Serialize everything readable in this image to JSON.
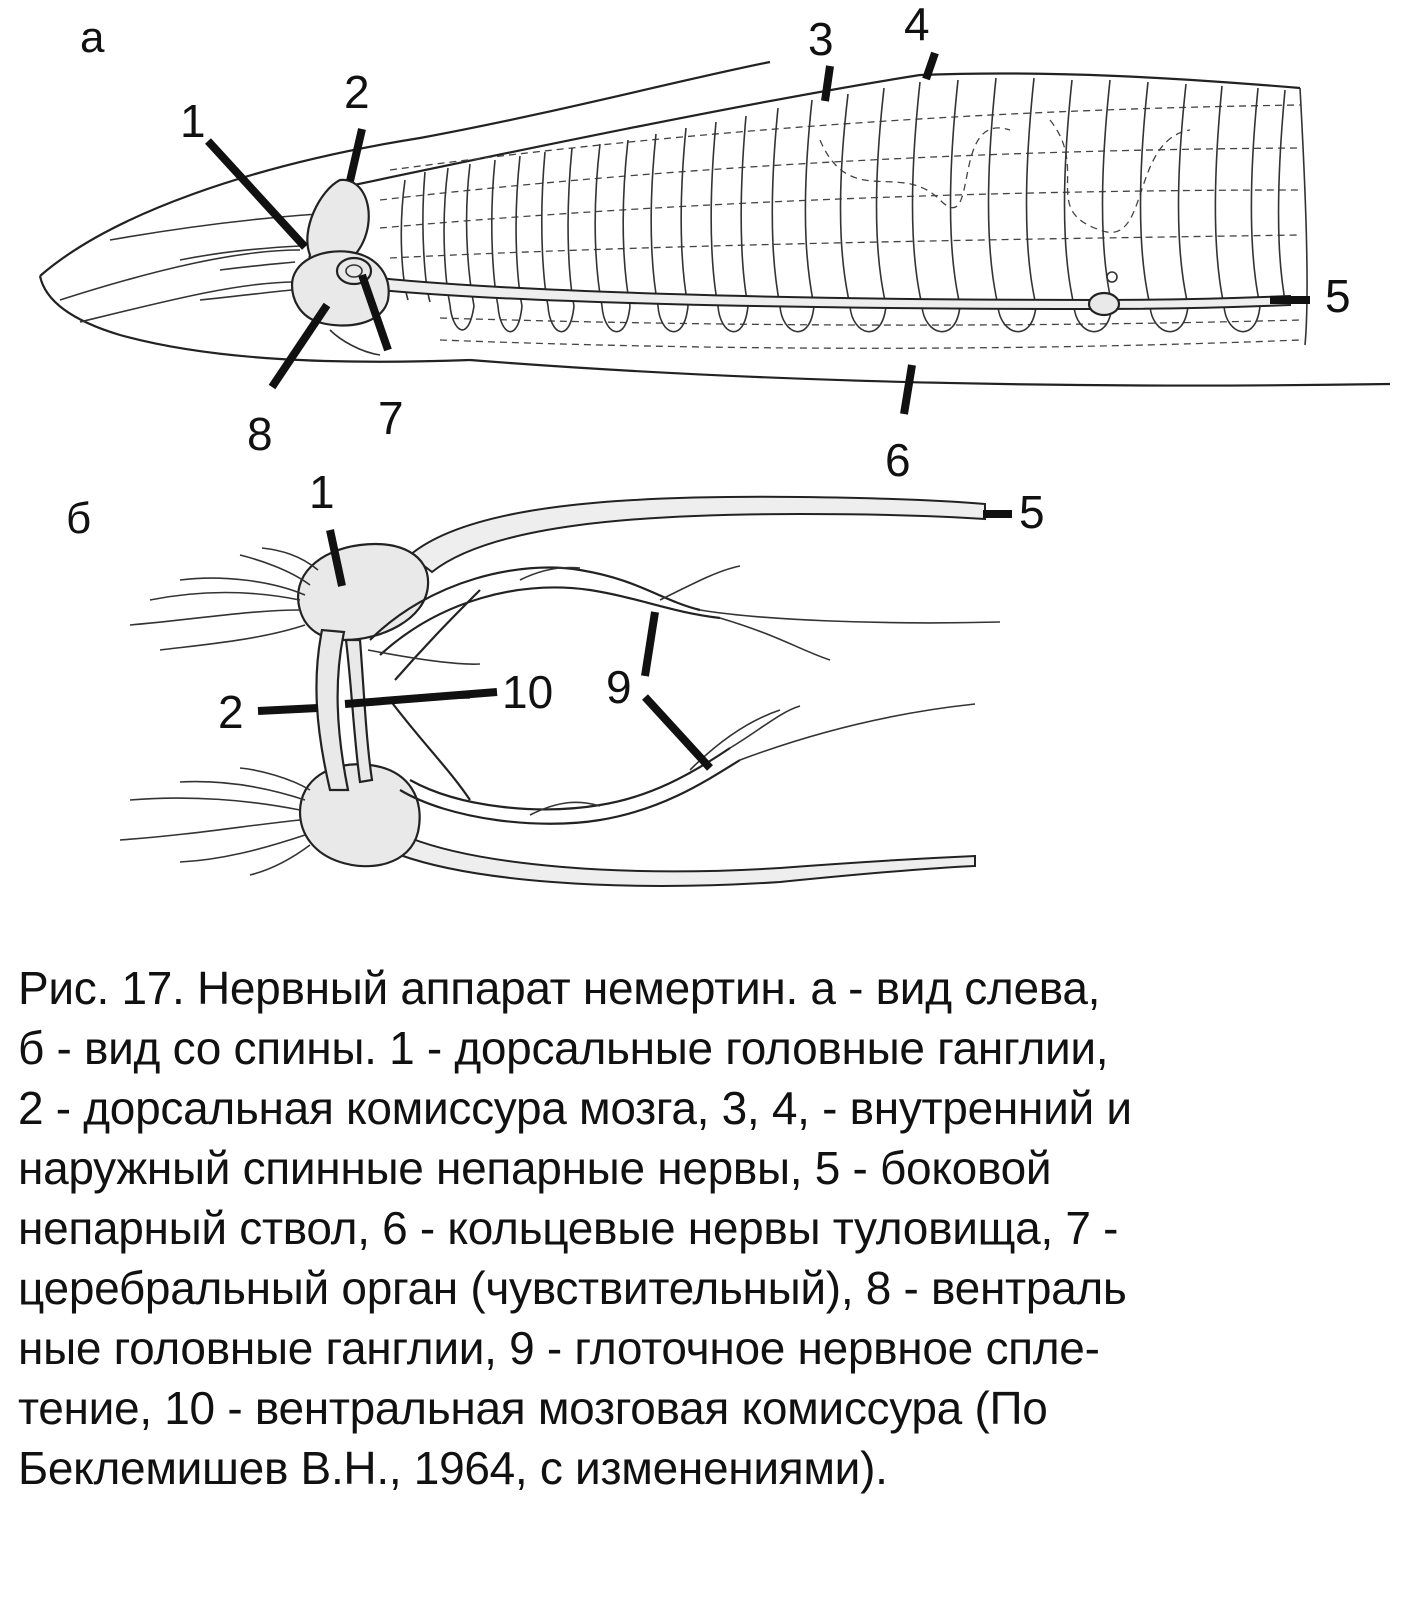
{
  "figure": {
    "panels": {
      "a": "а",
      "b": "б"
    },
    "labels": {
      "a_1": "1",
      "a_2": "2",
      "a_3": "3",
      "a_4": "4",
      "a_5": "5",
      "a_6": "6",
      "a_7": "7",
      "a_8": "8",
      "b_1": "1",
      "b_2": "2",
      "b_5": "5",
      "b_9": "9",
      "b_10": "10"
    }
  },
  "caption": {
    "text": "Рис. 17. Нервный аппарат немертин. а - вид слева,\nб - вид со спины. 1 - дорсальные головные ганглии,\n2 - дорсальная комиссура мозга, 3, 4, - внутренний и\nнаружный спинные непарные нервы, 5 - боковой\nнепарный ствол, 6 - кольцевые нервы туловища, 7 -\nцеребральный орган (чувствительный), 8 - вентраль\nные головные ганглии, 9 - глоточное нервное спле-\nтение, 10 - вентральная мозговая  комиссура (По\nБеклемишев В.Н., 1964, с изменениями)."
  }
}
